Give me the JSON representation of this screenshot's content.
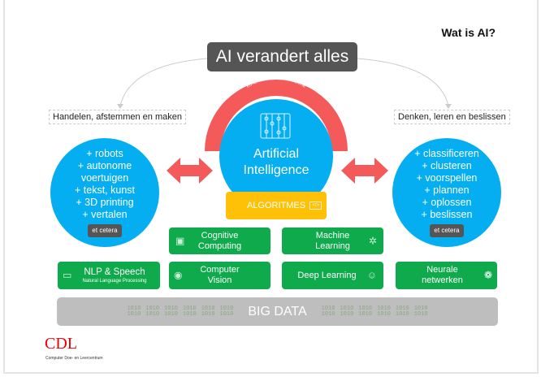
{
  "title": "Wat is AI?",
  "headline": "AI verandert alles",
  "left_label": "Handelen, afstemmen en maken",
  "right_label": "Denken, leren en beslissen",
  "left_circle": {
    "items": [
      "+ robots",
      "+ autonome",
      "voertuigen",
      "+ tekst, kunst",
      "+ 3D printing",
      "+ vertalen"
    ],
    "badge": "et cetera"
  },
  "right_circle": {
    "items": [
      "+ classificeren",
      "+ clusteren",
      "+ voorspellen",
      "+ plannen",
      "+ oplossen",
      "+ beslissen"
    ],
    "badge": "et cetera"
  },
  "center": {
    "arc_label": "KUNSTMATIGE INTELLIGENTIE",
    "line1": "Artificial",
    "line2": "Intelligence",
    "algoritmes": "ALGORITMES"
  },
  "boxes": {
    "cognitive": {
      "line1": "Cognitive",
      "line2": "Computing",
      "icon": "chip-icon"
    },
    "machine": {
      "line1": "Machine",
      "line2": "Learning",
      "icon": "network-icon"
    },
    "nlp": {
      "line1": "NLP & Speech",
      "line2": "Natural Language Processing",
      "icon": "speech-bubble-icon"
    },
    "vision": {
      "line1": "Computer",
      "line2": "Vision",
      "icon": "eye-icon"
    },
    "deep": {
      "line1": "Deep Learning",
      "icon": "head-icon"
    },
    "neural": {
      "line1": "Neurale",
      "line2": "netwerken",
      "icon": "brain-icon"
    }
  },
  "big_data": "BIG DATA",
  "binary": "1010",
  "logo": {
    "name": "CDL",
    "tagline": "Computer Doe- en Leercentrum"
  },
  "colors": {
    "blue": "#05aef0",
    "red": "#f45a5a",
    "green": "#0faa4b",
    "yellow": "#ffc107",
    "gray": "#bebebe",
    "dark": "#555555"
  }
}
